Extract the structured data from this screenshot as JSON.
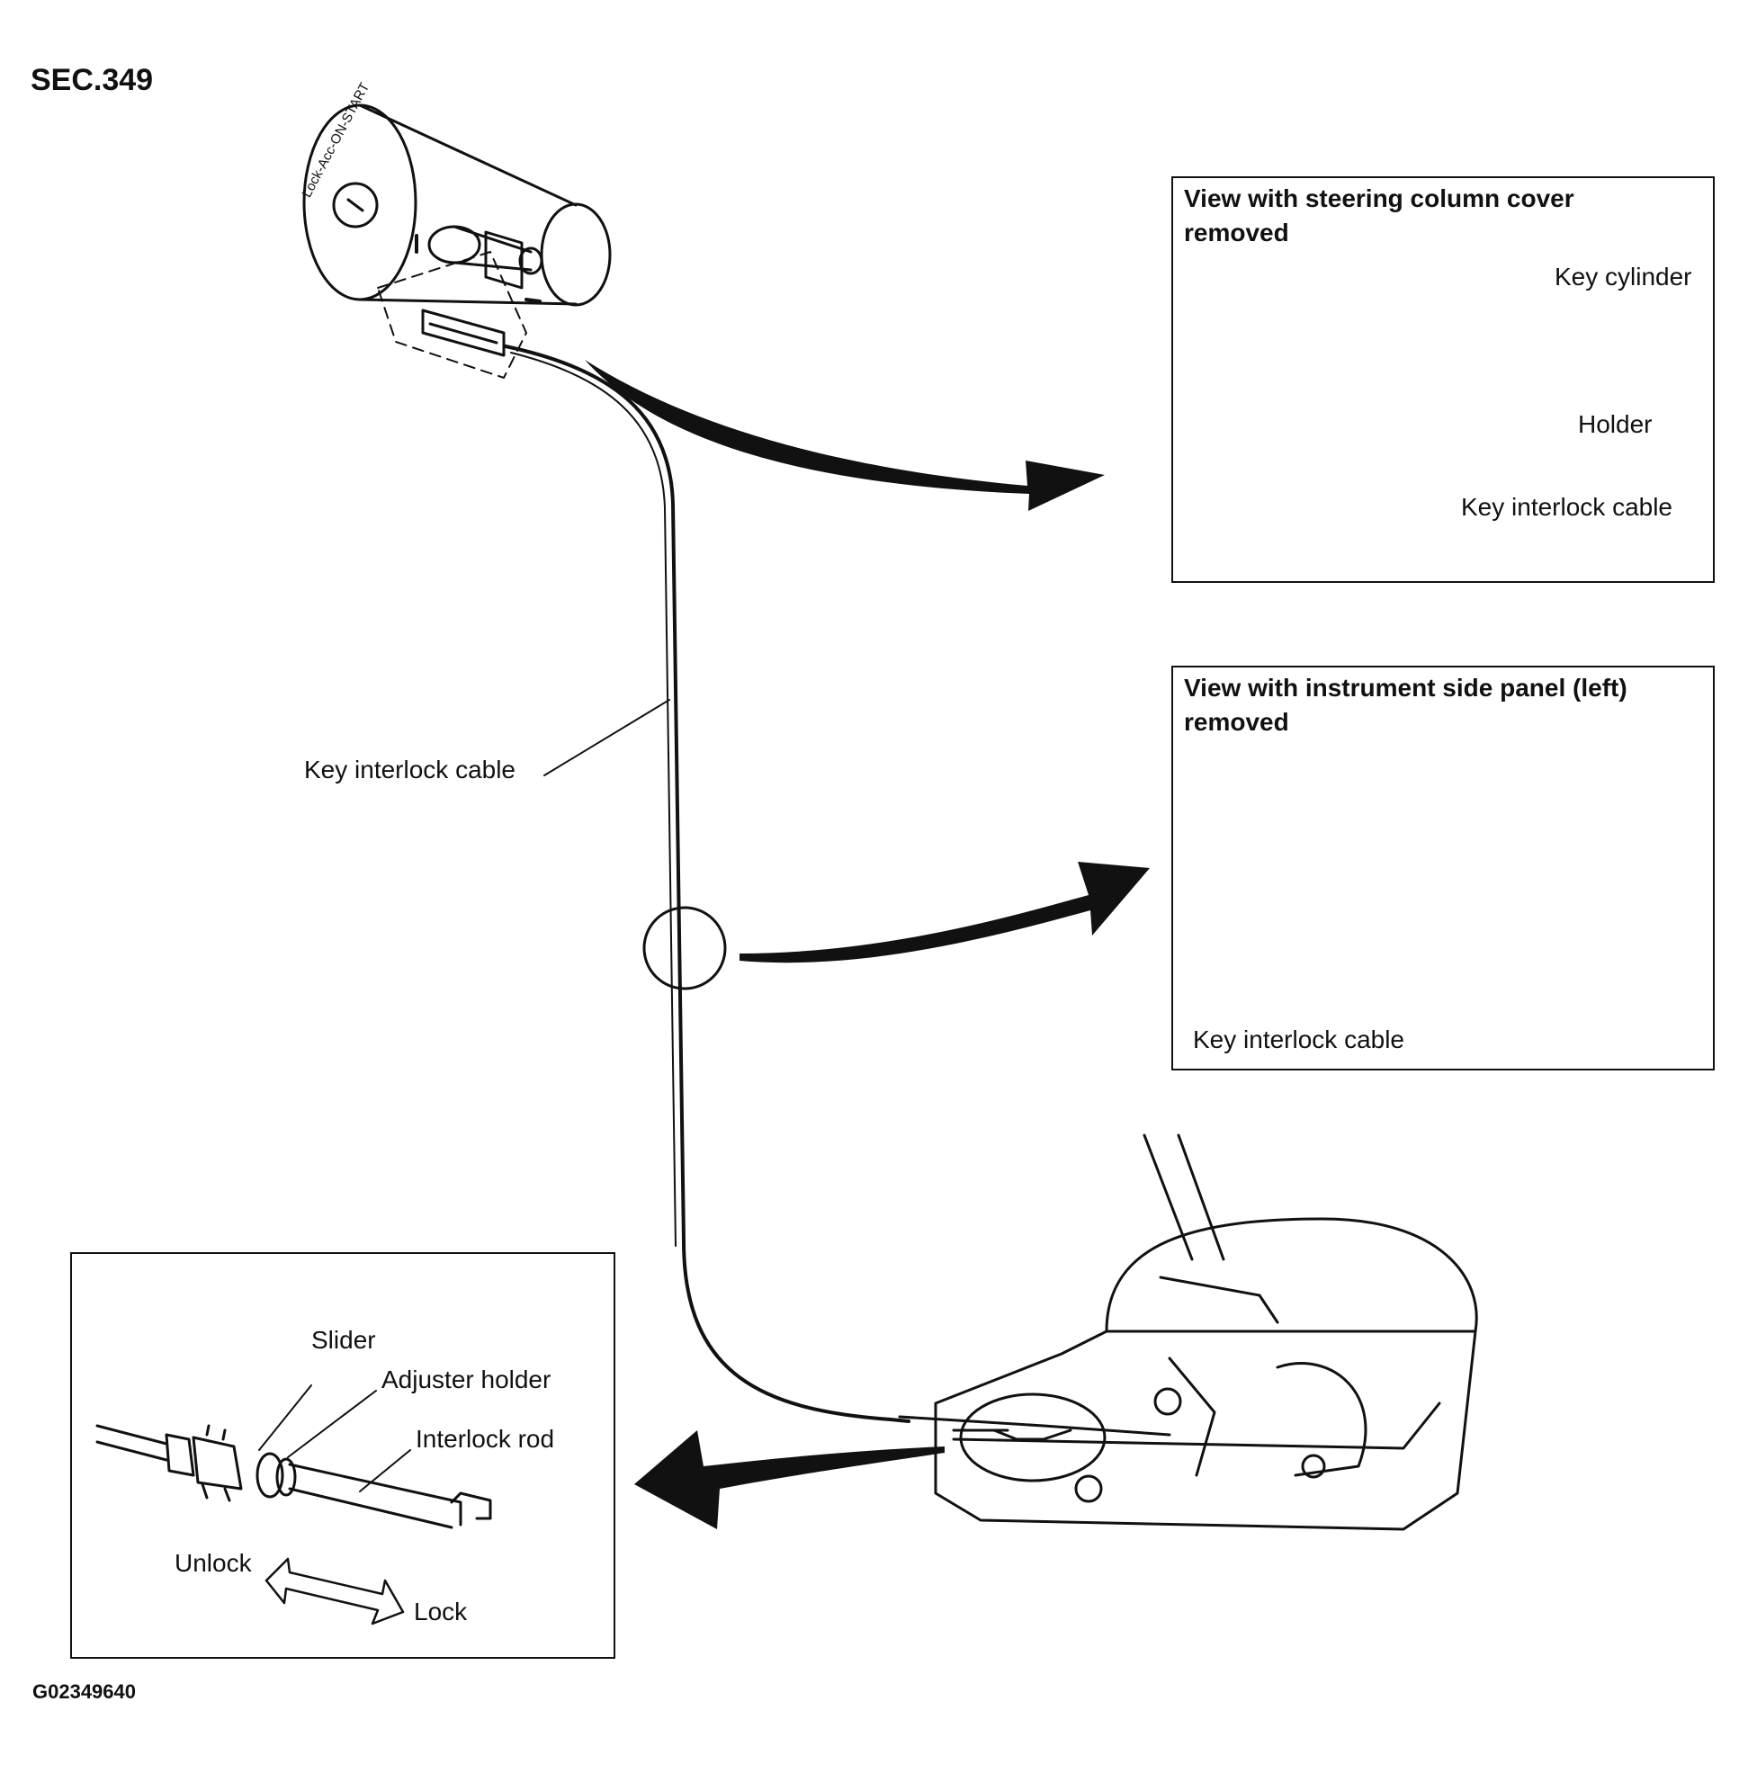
{
  "section": "SEC.349",
  "figure_code": "G02349640",
  "cylinder_markings": "Lock-Acc-ON-START",
  "main_label": "Key interlock cable",
  "inset_steering": {
    "title": "View with steering column cover removed",
    "labels": [
      "Key cylinder",
      "Holder",
      "Key interlock cable"
    ]
  },
  "inset_panel": {
    "title": "View with instrument side panel (left) removed",
    "labels": [
      "Key interlock cable"
    ]
  },
  "inset_shifter": {
    "labels": [
      "Slider",
      "Adjuster holder",
      "Interlock rod",
      "Unlock",
      "Lock"
    ]
  }
}
